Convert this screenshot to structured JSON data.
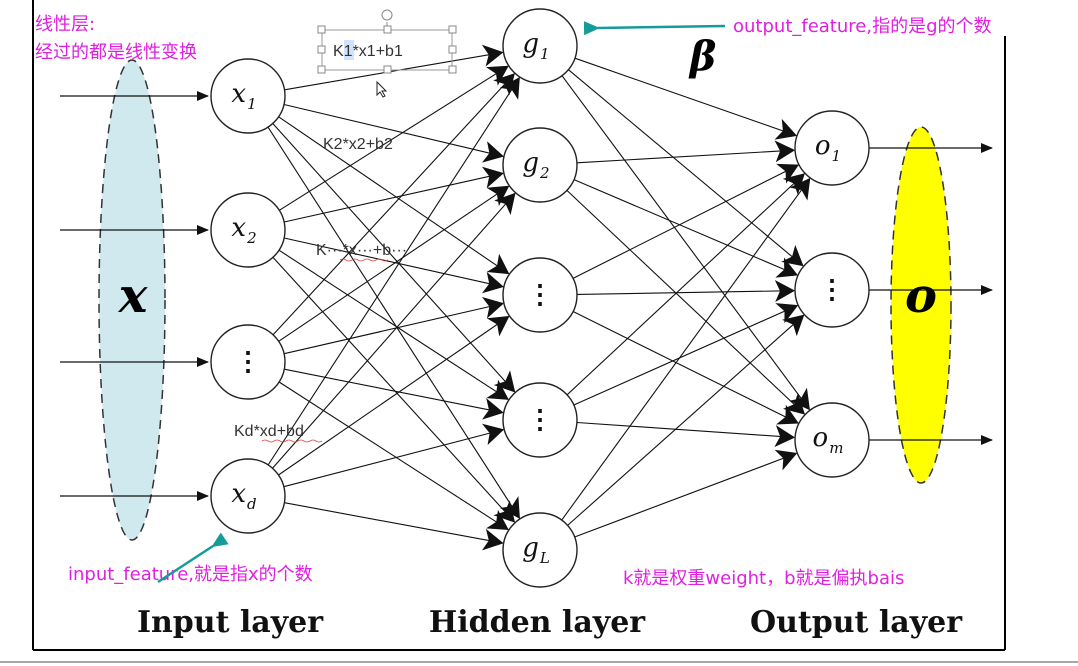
{
  "diagram": {
    "input_layer_label": "Input layer",
    "hidden_layer_label": "Hidden layer",
    "output_layer_label": "Output layer",
    "input_vector_label": "x",
    "output_vector_label": "o",
    "weight_label": "β",
    "input_nodes": [
      {
        "main": "x",
        "sub": "1"
      },
      {
        "main": "x",
        "sub": "2"
      },
      {
        "main": "⋮",
        "sub": ""
      },
      {
        "main": "x",
        "sub": "d"
      }
    ],
    "hidden_nodes": [
      {
        "main": "g",
        "sub": "1"
      },
      {
        "main": "g",
        "sub": "2"
      },
      {
        "main": "⋮",
        "sub": ""
      },
      {
        "main": "⋮",
        "sub": ""
      },
      {
        "main": "g",
        "sub": "L"
      }
    ],
    "output_nodes": [
      {
        "main": "o",
        "sub": "1"
      },
      {
        "main": "⋮",
        "sub": ""
      },
      {
        "main": "o",
        "sub": "m"
      }
    ]
  },
  "annotations": {
    "linear_layer_title": "线性层:",
    "linear_layer_desc": "经过的都是线性变换",
    "output_feature_note": "output_feature,指的是g的个数",
    "input_feature_note": "input_feature,就是指x的个数",
    "kb_note": "k就是权重weight，b就是偏执bais",
    "formula_1": "K1*x1+b1",
    "formula_2": "K2*x2+b2",
    "formula_3": "K···*x···+b···",
    "formula_d": "Kd*xd+bd"
  },
  "colors": {
    "input_ellipse": "#cfe9ef",
    "output_ellipse": "#ffff00",
    "annotation": "#e020e0",
    "pointer_arrow": "#169c98"
  }
}
